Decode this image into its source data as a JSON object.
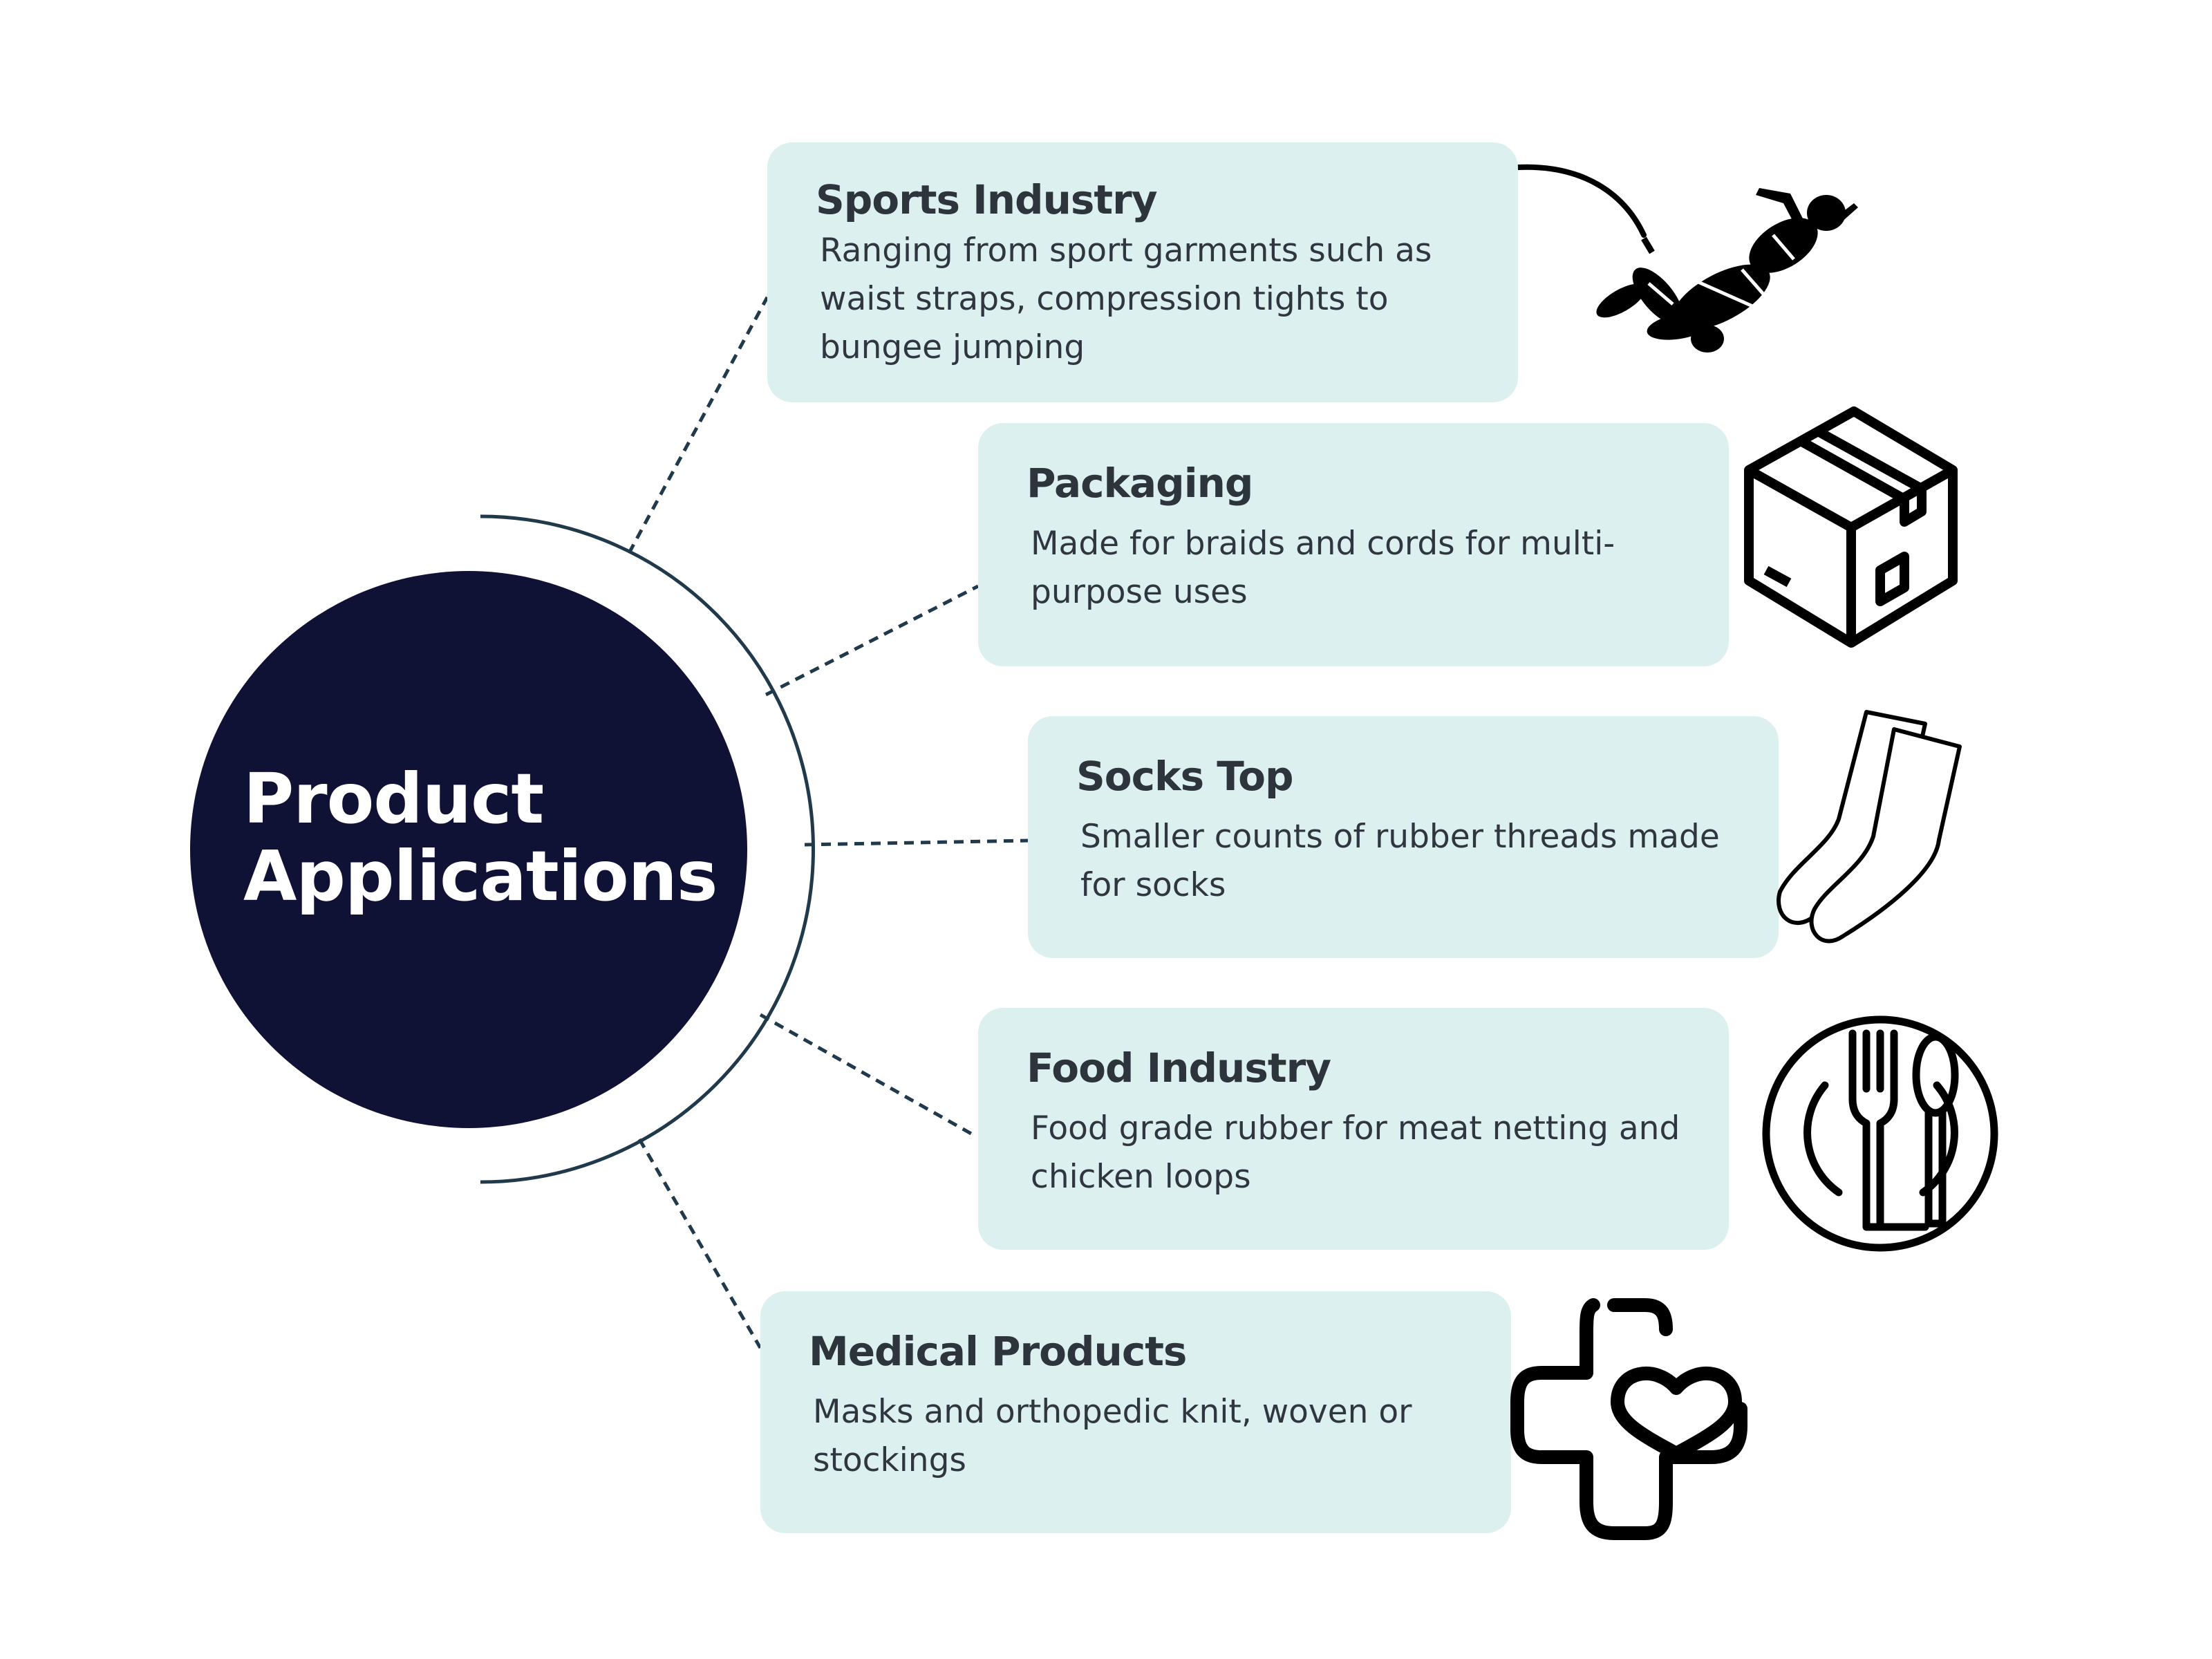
{
  "hub": {
    "title_line1": "Product",
    "title_line2": "Applications"
  },
  "applications": [
    {
      "title": "Sports Industry",
      "description": "Ranging from sport garments such as waist straps, compression tights to bungee jumping",
      "icon": "bungee-jumper-icon"
    },
    {
      "title": "Packaging",
      "description": "Made for braids and cords for multi-purpose uses",
      "icon": "package-box-icon"
    },
    {
      "title": "Socks Top",
      "description": "Smaller counts of rubber threads made for socks",
      "icon": "socks-icon"
    },
    {
      "title": "Food Industry",
      "description": "Food grade rubber for meat netting and chicken loops",
      "icon": "plate-fork-spoon-icon"
    },
    {
      "title": "Medical Products",
      "description": "Masks and orthopedic knit, woven or stockings",
      "icon": "medical-cross-heart-icon"
    }
  ],
  "colors": {
    "hub": "#101235",
    "card": "#dcf1ef",
    "connector": "#203a4c",
    "text": "#2d343c",
    "icon": "#000000"
  }
}
